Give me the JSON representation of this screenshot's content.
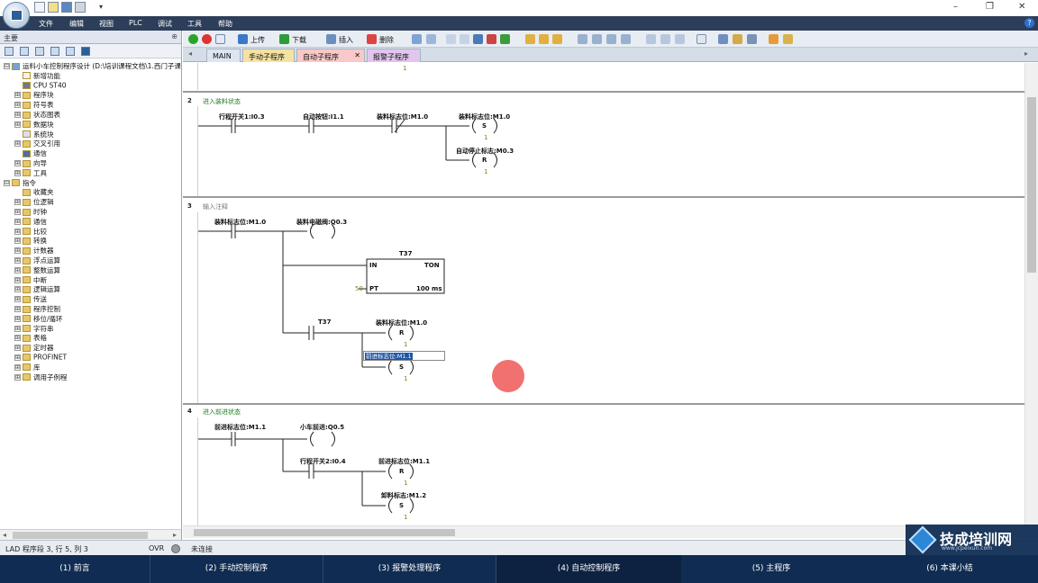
{
  "titlebar": {
    "window_controls": {
      "minimize": "–",
      "restore": "❐",
      "close": "✕"
    },
    "dropdown_glyph": "▾"
  },
  "menubar": {
    "items": [
      "文件",
      "编辑",
      "视图",
      "PLC",
      "调试",
      "工具",
      "帮助"
    ]
  },
  "left_panel": {
    "header": "主要",
    "pin": "⊕",
    "tree": [
      {
        "label": "运料小车控制程序设计 (D:\\培训课程文档\\1.西门子课",
        "indent": 0,
        "exp": "⊟",
        "icon": "project"
      },
      {
        "label": "新增功能",
        "indent": 1,
        "exp": "",
        "icon": "help"
      },
      {
        "label": "CPU ST40",
        "indent": 1,
        "exp": "",
        "icon": "cpu"
      },
      {
        "label": "程序块",
        "indent": 1,
        "exp": "⊞",
        "icon": "folder"
      },
      {
        "label": "符号表",
        "indent": 1,
        "exp": "⊞",
        "icon": "folder"
      },
      {
        "label": "状态图表",
        "indent": 1,
        "exp": "⊞",
        "icon": "folder"
      },
      {
        "label": "数据块",
        "indent": 1,
        "exp": "⊞",
        "icon": "folder"
      },
      {
        "label": "系统块",
        "indent": 1,
        "exp": "",
        "icon": "block"
      },
      {
        "label": "交叉引用",
        "indent": 1,
        "exp": "⊞",
        "icon": "folder"
      },
      {
        "label": "通信",
        "indent": 1,
        "exp": "",
        "icon": "comm"
      },
      {
        "label": "向导",
        "indent": 1,
        "exp": "⊞",
        "icon": "folder"
      },
      {
        "label": "工具",
        "indent": 1,
        "exp": "⊞",
        "icon": "folder"
      },
      {
        "label": "指令",
        "indent": 0,
        "exp": "⊟",
        "icon": "folder"
      },
      {
        "label": "收藏夹",
        "indent": 1,
        "exp": "",
        "icon": "folder"
      },
      {
        "label": "位逻辑",
        "indent": 1,
        "exp": "⊞",
        "icon": "folder"
      },
      {
        "label": "时钟",
        "indent": 1,
        "exp": "⊞",
        "icon": "folder"
      },
      {
        "label": "通信",
        "indent": 1,
        "exp": "⊞",
        "icon": "folder"
      },
      {
        "label": "比较",
        "indent": 1,
        "exp": "⊞",
        "icon": "folder"
      },
      {
        "label": "转换",
        "indent": 1,
        "exp": "⊞",
        "icon": "folder"
      },
      {
        "label": "计数器",
        "indent": 1,
        "exp": "⊞",
        "icon": "folder"
      },
      {
        "label": "浮点运算",
        "indent": 1,
        "exp": "⊞",
        "icon": "folder"
      },
      {
        "label": "整数运算",
        "indent": 1,
        "exp": "⊞",
        "icon": "folder"
      },
      {
        "label": "中断",
        "indent": 1,
        "exp": "⊞",
        "icon": "folder"
      },
      {
        "label": "逻辑运算",
        "indent": 1,
        "exp": "⊞",
        "icon": "folder"
      },
      {
        "label": "传送",
        "indent": 1,
        "exp": "⊞",
        "icon": "folder"
      },
      {
        "label": "程序控制",
        "indent": 1,
        "exp": "⊞",
        "icon": "folder"
      },
      {
        "label": "移位/循环",
        "indent": 1,
        "exp": "⊞",
        "icon": "folder"
      },
      {
        "label": "字符串",
        "indent": 1,
        "exp": "⊞",
        "icon": "folder"
      },
      {
        "label": "表格",
        "indent": 1,
        "exp": "⊞",
        "icon": "folder"
      },
      {
        "label": "定时器",
        "indent": 1,
        "exp": "⊞",
        "icon": "folder"
      },
      {
        "label": "PROFINET",
        "indent": 1,
        "exp": "⊞",
        "icon": "folder"
      },
      {
        "label": "库",
        "indent": 1,
        "exp": "⊞",
        "icon": "folder"
      },
      {
        "label": "调用子例程",
        "indent": 1,
        "exp": "⊞",
        "icon": "folder"
      }
    ],
    "scroll_left": "◂",
    "scroll_right": "▸"
  },
  "toolbar": {
    "upload": "上传",
    "download": "下载",
    "insert": "插入",
    "delete": "删除"
  },
  "tabs": [
    {
      "label": "MAIN",
      "color": "#dce6f2"
    },
    {
      "label": "手动子程序",
      "color": "#f4e3a0"
    },
    {
      "label": "自动子程序",
      "color": "#f9c8c8",
      "close": "✕",
      "active": true
    },
    {
      "label": "报警子程序",
      "color": "#e2c6ee"
    }
  ],
  "tab_arrows": {
    "left": "◂",
    "right": "▸"
  },
  "networks": [
    {
      "number": "2",
      "title": "进入装料状态",
      "contacts": [
        {
          "symbol": "行程开关1:I0.3"
        },
        {
          "symbol": "自动按钮:I1.1"
        },
        {
          "symbol": "装料标志位:M1.0",
          "type": "/"
        }
      ],
      "coils": [
        {
          "symbol": "装料标志位:M1.0",
          "op": "S",
          "n": "1"
        },
        {
          "symbol": "自动停止标志:M0.3",
          "op": "R",
          "n": "1"
        }
      ]
    },
    {
      "number": "3",
      "title": "输入注释",
      "contacts": [
        {
          "symbol": "装料标志位:M1.0"
        },
        {
          "symbol": "T37"
        }
      ],
      "coils": [
        {
          "symbol": "装料电磁阀:Q0.3",
          "op": ""
        },
        {
          "symbol": "装料标志位:M1.0",
          "op": "R",
          "n": "1"
        },
        {
          "symbol": "前进标志位:M1.1",
          "op": "S",
          "n": "1",
          "editing": true
        }
      ],
      "timer": {
        "name": "T37",
        "in": "IN",
        "type": "TON",
        "pt": "PT",
        "preset": "50",
        "base": "100 ms"
      }
    },
    {
      "number": "4",
      "title": "进入前进状态",
      "contacts": [
        {
          "symbol": "前进标志位:M1.1"
        },
        {
          "symbol": "行程开关2:I0.4"
        }
      ],
      "coils": [
        {
          "symbol": "小车前进:Q0.5",
          "op": ""
        },
        {
          "symbol": "前进标志位:M1.1",
          "op": "R",
          "n": "1"
        },
        {
          "symbol": "卸料标志:M1.2",
          "op": "S",
          "n": "1"
        }
      ]
    }
  ],
  "prev_network_tail": "1",
  "statusbar": {
    "position": "LAD 程序段 3, 行 5, 列 3",
    "ovr": "OVR",
    "connection": "未连接"
  },
  "bottom_nav": [
    "(1) 前言",
    "(2) 手动控制程序",
    "(3) 报警处理程序",
    "(4) 自动控制程序",
    "(5) 主程序",
    "(6) 本课小结"
  ],
  "watermark": {
    "title": "技成培训网",
    "url": "www.jcpeixun.com"
  },
  "colors": {
    "menubar": "#2c3e59",
    "bottom_nav": "#102c52",
    "active_nav": "#0c2240",
    "network_title": "#1f7a1f",
    "selection": "#1e55a6",
    "cursor_highlight": "#ee5050"
  }
}
